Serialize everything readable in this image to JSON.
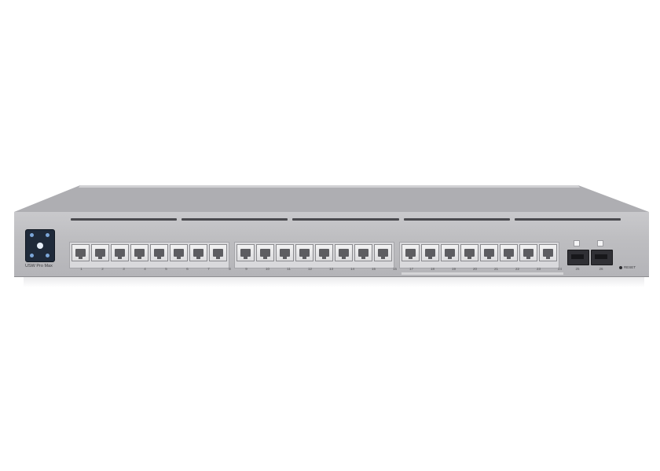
{
  "device": {
    "model_label": "USW Pro Max",
    "reset_label": "RESET",
    "colors": {
      "chassis": "#c4c4c7",
      "display": "#1f2a3a",
      "port_block": "#5d5d61"
    }
  },
  "ports": {
    "group1_labels": [
      "1",
      "2",
      "3",
      "4",
      "5",
      "6",
      "7",
      "8"
    ],
    "group2_labels": [
      "9",
      "10",
      "11",
      "12",
      "13",
      "14",
      "15",
      "16"
    ],
    "group3_labels": [
      "17",
      "18",
      "19",
      "20",
      "21",
      "22",
      "23",
      "24"
    ],
    "sfp_labels": [
      "25",
      "26"
    ]
  },
  "icons": {
    "display": "touch-display-icon",
    "port": "rj45-port-icon",
    "sfp": "sfp-port-icon",
    "vent": "vent-icon",
    "led": "status-led-icon"
  }
}
